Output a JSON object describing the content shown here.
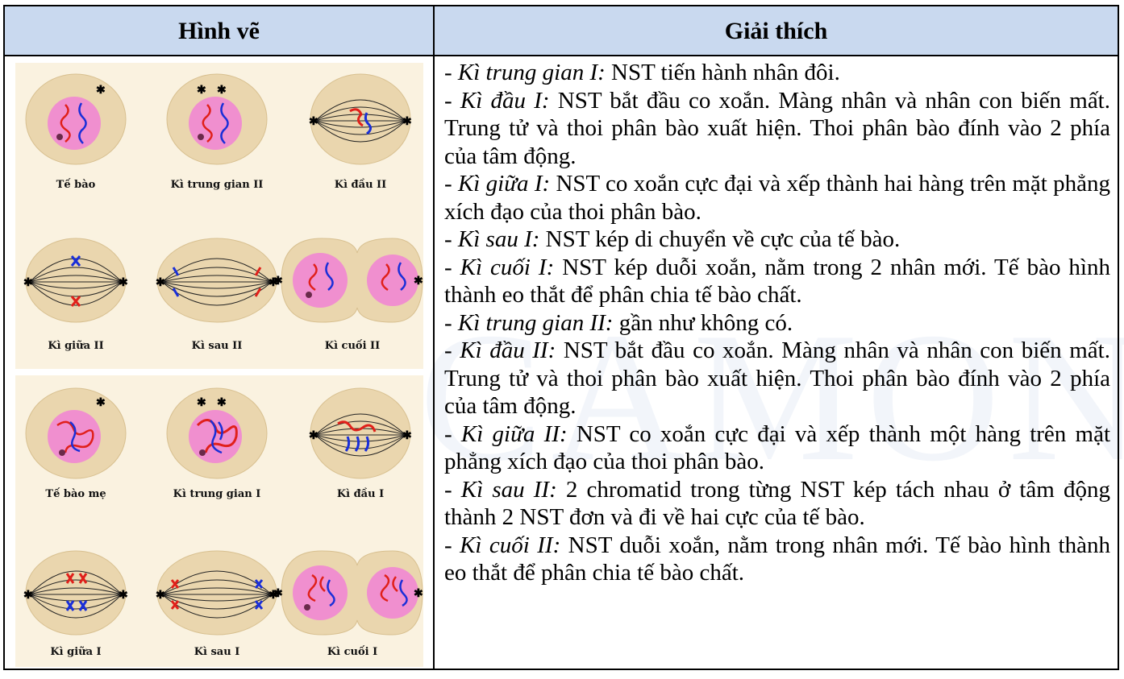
{
  "table": {
    "col_figure": "Hình vẽ",
    "col_explain": "Giải thích"
  },
  "watermark": "CAMON",
  "panel_meiosis2": {
    "row1": [
      "Tế bào",
      "Kì trung gian II",
      "Kì đầu II"
    ],
    "row2": [
      "Kì giữa II",
      "Kì sau II",
      "Kì cuối II"
    ]
  },
  "panel_meiosis1": {
    "row1": [
      "Tế bào mẹ",
      "Kì trung gian I",
      "Kì đầu I"
    ],
    "row2": [
      "Kì giữa I",
      "Kì sau I",
      "Kì cuối I"
    ]
  },
  "explanations": [
    {
      "phase": "- Kì trung gian I:",
      "text": " NST tiến hành nhân đôi."
    },
    {
      "phase": "- Kì đầu I:",
      "text": " NST bắt đầu co xoắn. Màng nhân và nhân con biến mất. Trung tử và thoi phân bào xuất hiện. Thoi phân bào đính vào 2 phía của tâm động."
    },
    {
      "phase": "- Kì giữa I:",
      "text": " NST co xoắn cực đại và xếp thành hai hàng trên mặt phẳng xích đạo của thoi phân bào."
    },
    {
      "phase": "- Kì sau I:",
      "text": " NST kép di chuyển về cực của tế bào."
    },
    {
      "phase": "- Kì cuối I:",
      "text": " NST kép duỗi xoắn, nằm trong 2 nhân mới. Tế bào hình thành eo thắt để phân chia tế bào chất."
    },
    {
      "phase": "- Kì trung gian II:",
      "text": " gần như không có."
    },
    {
      "phase": "- Kì đầu II:",
      "text": " NST bắt đầu co xoắn. Màng nhân và nhân con biến mất. Trung tử và thoi phân bào xuất hiện. Thoi phân bào đính vào 2 phía của tâm động."
    },
    {
      "phase": "- Kì giữa II:",
      "text": " NST co xoắn cực đại và xếp thành một hàng trên mặt phẳng xích đạo của thoi phân bào."
    },
    {
      "phase": "- Kì sau II:",
      "text": " 2 chromatid trong từng NST kép tách nhau ở tâm động thành 2 NST đơn và đi về hai cực của tế bào."
    },
    {
      "phase": "- Kì cuối II:",
      "text": " NST duỗi xoắn, nằm trong nhân mới. Tế bào hình thành eo thắt để phân chia tế bào chất."
    }
  ],
  "colors": {
    "header_bg": "#c9d9ef",
    "panel_bg": "#faf2e0",
    "cell_fill": "#ead6ae",
    "nucleus_fill": "#f08fcf",
    "chromosome_red": "#e0201a",
    "chromosome_blue": "#1a2fd8"
  }
}
